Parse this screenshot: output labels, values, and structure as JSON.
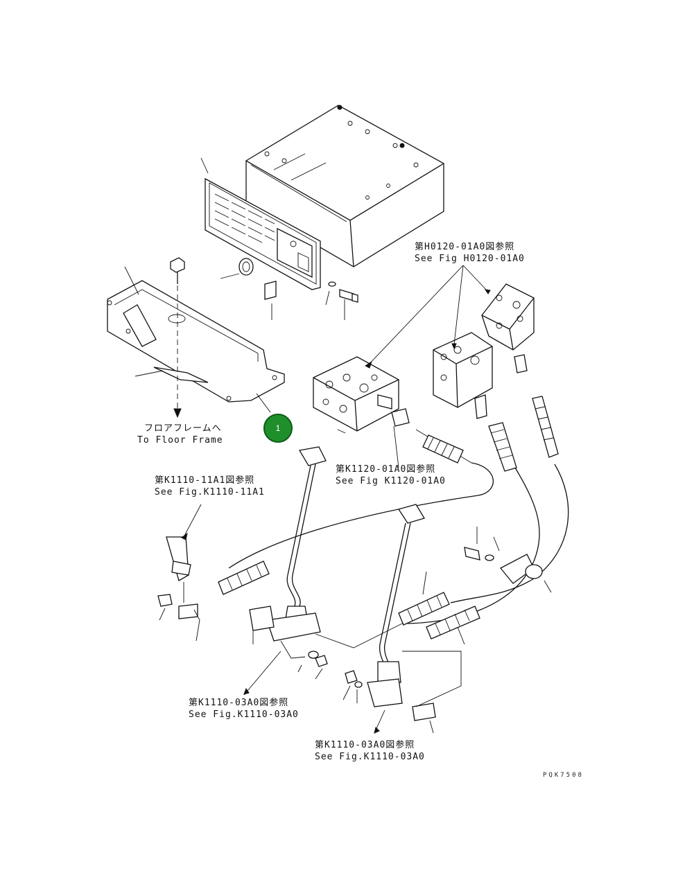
{
  "callout": {
    "number": "1",
    "color": "#1f8f2b"
  },
  "labels": {
    "floor_jp": "フロアフレームへ",
    "floor_en": "To Floor Frame",
    "h0120_jp": "第H0120-01A0図参照",
    "h0120_en": "See Fig H0120-01A0",
    "k1120_jp": "第K1120-01A0図参照",
    "k1120_en": "See Fig K1120-01A0",
    "k1110_11_jp": "第K1110-11A1図参照",
    "k1110_11_en": "See Fig.K1110-11A1",
    "k1110_03a_jp": "第K1110-03A0図参照",
    "k1110_03a_en": "See Fig.K1110-03A0",
    "k1110_03b_jp": "第K1110-03A0図参照",
    "k1110_03b_en": "See Fig.K1110-03A0"
  },
  "drawing_code": "PQK7508"
}
